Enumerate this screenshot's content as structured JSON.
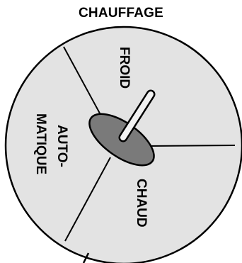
{
  "title": "CHAUFFAGE",
  "dial": {
    "segments": [
      {
        "label": "FROID"
      },
      {
        "label_line1": "AUTO-",
        "label_line2": "MATIQUE"
      },
      {
        "label": "CHAUD"
      }
    ],
    "colors": {
      "face": "#e3e3e3",
      "outline": "#000000",
      "knob": "#7a7a7a",
      "handle": "#f2f2f2"
    }
  }
}
